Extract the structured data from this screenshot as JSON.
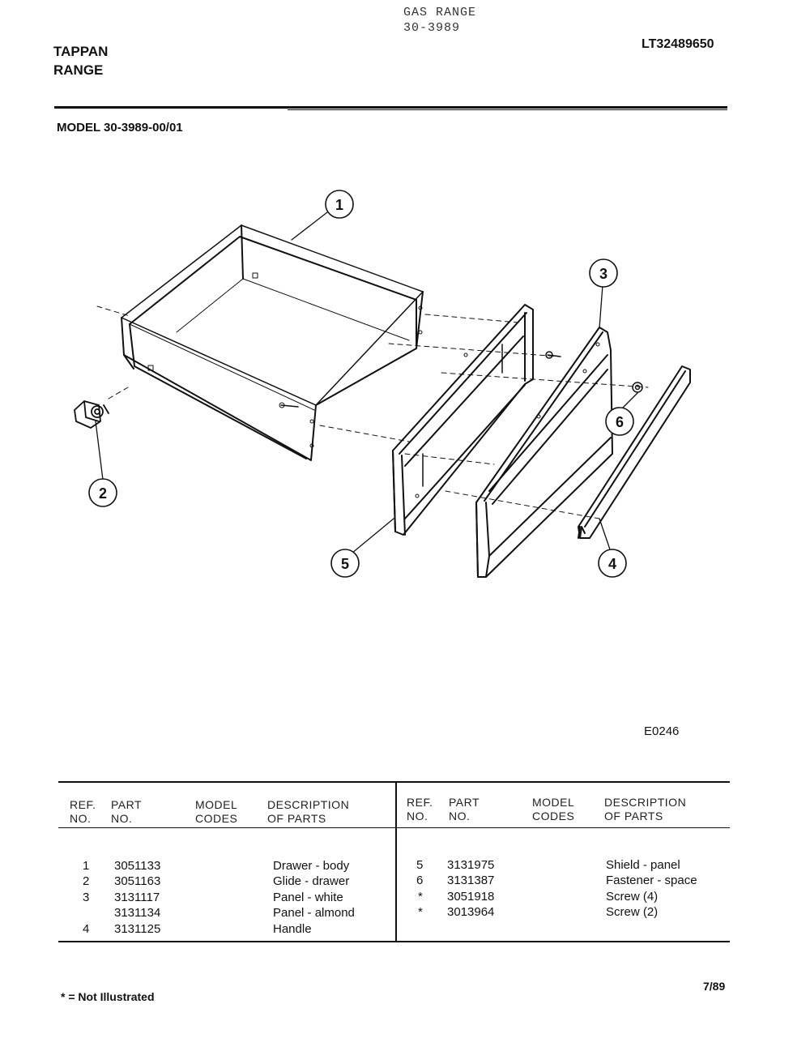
{
  "header": {
    "category_line1": "GAS RANGE",
    "category_line2": "30-3989",
    "brand_line1": "TAPPAN",
    "brand_line2": "RANGE",
    "catalog_number": "LT32489650",
    "model": "MODEL 30-3989-00/01"
  },
  "diagram": {
    "callouts": [
      "1",
      "2",
      "3",
      "4",
      "5",
      "6"
    ],
    "figure_code": "E0246"
  },
  "table": {
    "headers": {
      "ref_1": "REF.",
      "ref_2": "NO.",
      "part_1": "PART",
      "part_2": "NO.",
      "model_1": "MODEL",
      "model_2": "CODES",
      "desc_1": "DESCRIPTION",
      "desc_2": "OF PARTS"
    },
    "left_rows": [
      {
        "ref": "1",
        "part": "3051133",
        "desc": "Drawer - body"
      },
      {
        "ref": "2",
        "part": "3051163",
        "desc": "Glide - drawer"
      },
      {
        "ref": "3",
        "part": "3131117",
        "desc": "Panel - white"
      },
      {
        "ref": "",
        "part": "3131134",
        "desc": "Panel - almond"
      },
      {
        "ref": "4",
        "part": "3131125",
        "desc": "Handle"
      }
    ],
    "right_rows": [
      {
        "ref": "5",
        "part": "3131975",
        "desc": "Shield - panel"
      },
      {
        "ref": "6",
        "part": "3131387",
        "desc": "Fastener - space"
      },
      {
        "ref": "*",
        "part": "3051918",
        "desc": "Screw (4)"
      },
      {
        "ref": "*",
        "part": "3013964",
        "desc": "Screw (2)"
      }
    ]
  },
  "footer": {
    "note": "* = Not Illustrated",
    "date": "7/89"
  }
}
